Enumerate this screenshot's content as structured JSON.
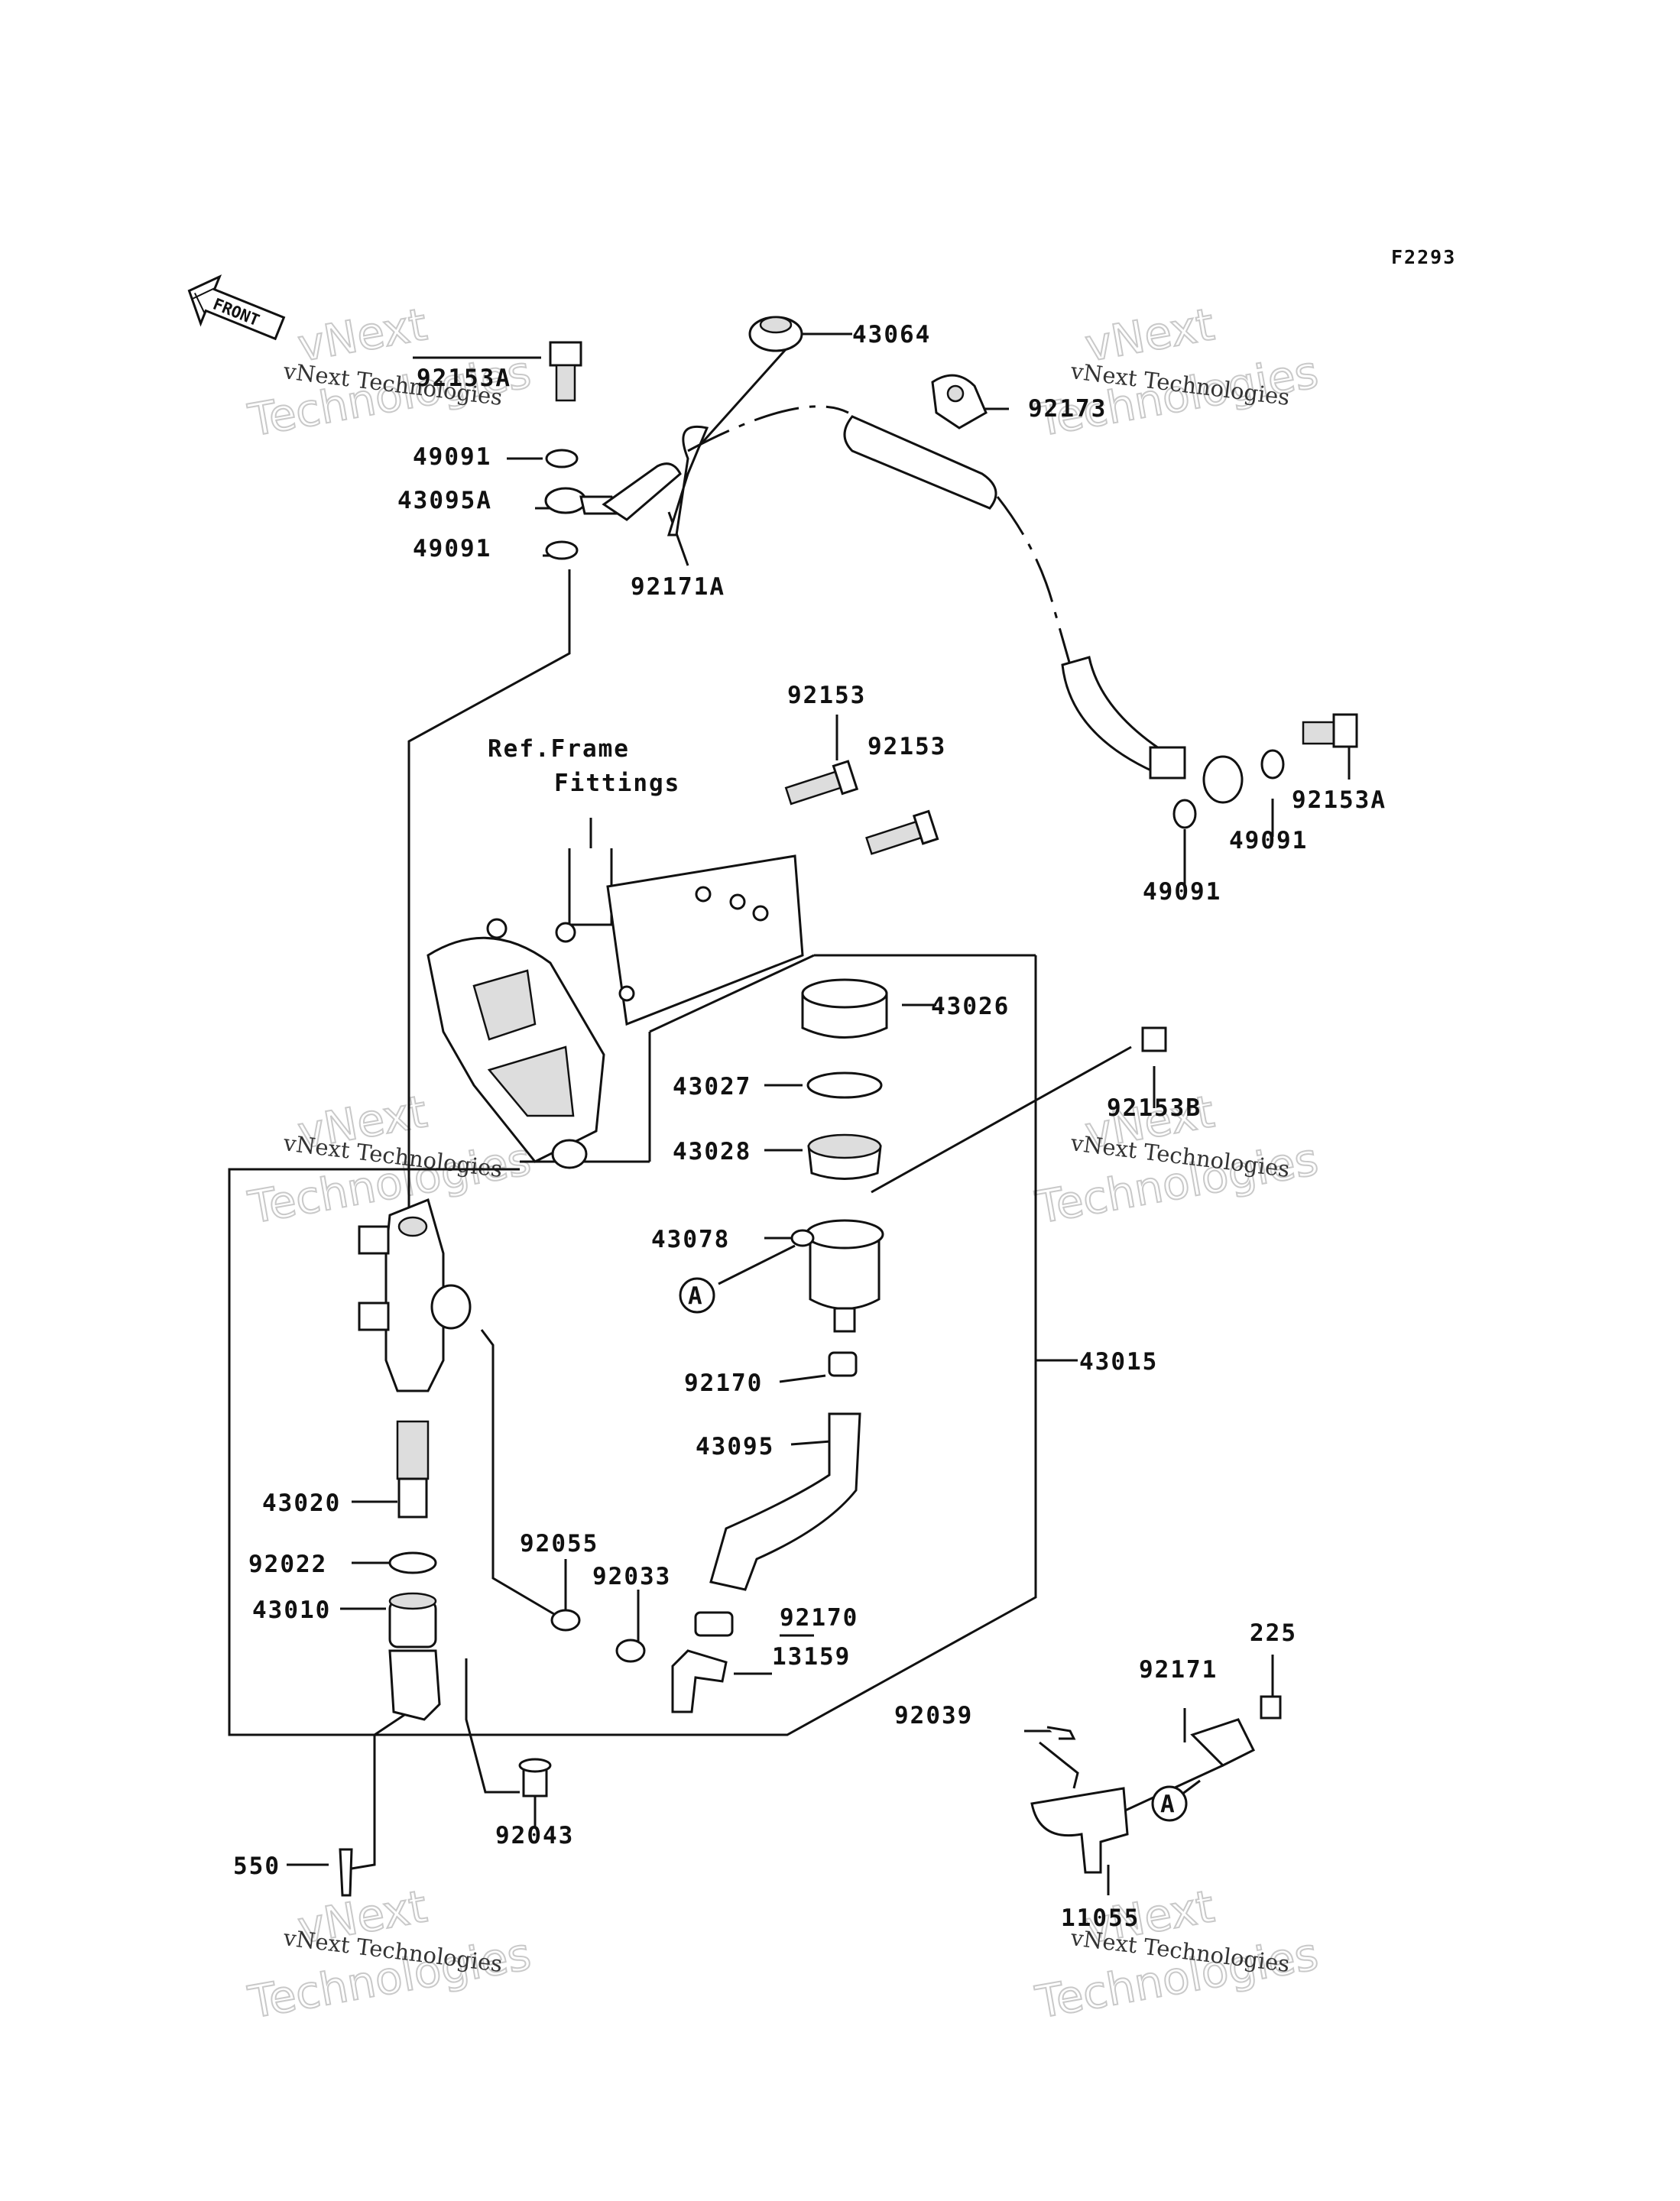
{
  "diagram": {
    "code": "F2293",
    "front_label": "FRONT",
    "ref_frame_line1": "Ref.Frame",
    "ref_frame_line2": "Fittings",
    "callout_a": "A",
    "callout_a2": "A",
    "labels": {
      "p43064": "43064",
      "p92173": "92173",
      "p92153A_top": "92153A",
      "p49091_a": "49091",
      "p43095A": "43095A",
      "p49091_b": "49091",
      "p92171A": "92171A",
      "p92153_1": "92153",
      "p92153_2": "92153",
      "p92153A_right": "92153A",
      "p49091_c": "49091",
      "p49091_d": "49091",
      "p43026": "43026",
      "p43027": "43027",
      "p43028": "43028",
      "p92153B": "92153B",
      "p43078": "43078",
      "p92170_a": "92170",
      "p43015": "43015",
      "p43095": "43095",
      "p43020": "43020",
      "p92055": "92055",
      "p92022": "92022",
      "p92033": "92033",
      "p43010": "43010",
      "p92170_b": "92170",
      "p13159": "13159",
      "p225": "225",
      "p92171": "92171",
      "p92039": "92039",
      "p92043": "92043",
      "p550": "550",
      "p11055": "11055"
    },
    "watermark": {
      "brand": "vNext",
      "word": "Technologies",
      "caption": "vNext Technologies"
    }
  }
}
